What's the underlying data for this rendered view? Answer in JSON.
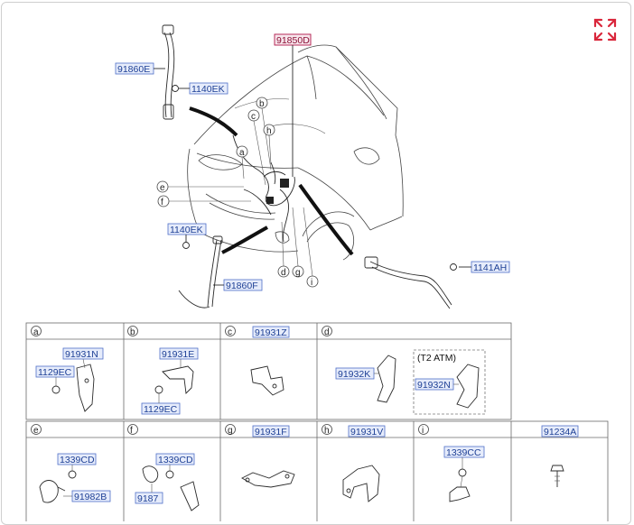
{
  "key_part": "91850D",
  "colors": {
    "part_label": "#1d3f95",
    "key_part": "#b0174a",
    "expand_icon": "#d9263b"
  },
  "icons": {
    "expand": "expand-arrows-icon"
  },
  "main_labels": {
    "cable_upper": "91860E",
    "bolt_upper": "1140EK",
    "bolt_lower": "1140EK",
    "cable_lower": "91860F",
    "bolt_right": "1141AH"
  },
  "callouts": [
    "a",
    "b",
    "c",
    "d",
    "e",
    "f",
    "g",
    "h",
    "i"
  ],
  "cells": [
    {
      "letter": "a",
      "labels": [
        "91931N",
        "1129EC"
      ]
    },
    {
      "letter": "b",
      "labels": [
        "91931E",
        "1129EC"
      ]
    },
    {
      "letter": "c",
      "labels": [
        "91931Z"
      ]
    },
    {
      "letter": "d",
      "labels": [
        "91932K",
        "91932N"
      ],
      "variant_title": "(T2 ATM)"
    },
    {
      "letter": "e",
      "labels": [
        "1339CD",
        "91982B"
      ]
    },
    {
      "letter": "f",
      "labels": [
        "1339CD",
        "9187"
      ]
    },
    {
      "letter": "g",
      "labels": [
        "91931F"
      ]
    },
    {
      "letter": "h",
      "labels": [
        "91931V"
      ]
    },
    {
      "letter": "i",
      "labels": [
        "1339CC"
      ]
    },
    {
      "letter": "",
      "labels": [
        "91234A"
      ]
    }
  ]
}
